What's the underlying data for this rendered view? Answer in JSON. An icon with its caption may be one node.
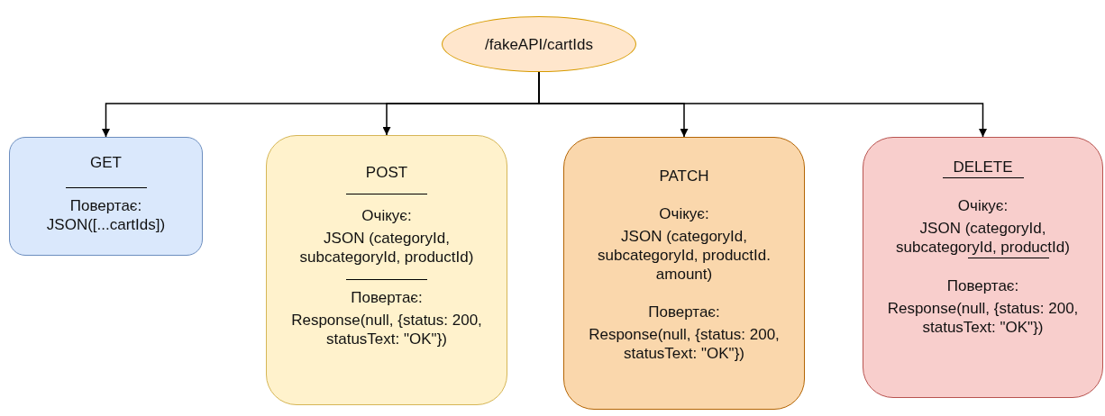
{
  "diagram": {
    "nodes": [
      {
        "text": [
          "/fakeAPI/cartIds"
        ]
      },
      {
        "text": [
          "GET",
          "Повертає:",
          "JSON([...cartIds])"
        ]
      },
      {
        "text": [
          "POST",
          "Очікує:",
          "JSON (categoryId, subcategoryId, productId)",
          "Повертає:",
          "Response(null, {status: 200, statusText: \"OK\"})"
        ]
      },
      {
        "text": [
          "PATCH",
          "Очікує:",
          "JSON (categoryId, subcategoryId, productId. amount)",
          "Повертає:",
          "Response(null, {status: 200, statusText: \"OK\"})"
        ]
      },
      {
        "text": [
          "DELETE",
          "Очікує:",
          "JSON (categoryId, subcategoryId, productId)",
          "Повертає:",
          "Response(null, {status: 200, statusText: \"OK\"})"
        ]
      }
    ],
    "edges": [
      {
        "from": 0,
        "to": 1,
        "arrow": "to"
      },
      {
        "from": 0,
        "to": 2,
        "arrow": "to"
      },
      {
        "from": 0,
        "to": 3,
        "arrow": "to"
      },
      {
        "from": 0,
        "to": 4,
        "arrow": "to"
      }
    ]
  }
}
